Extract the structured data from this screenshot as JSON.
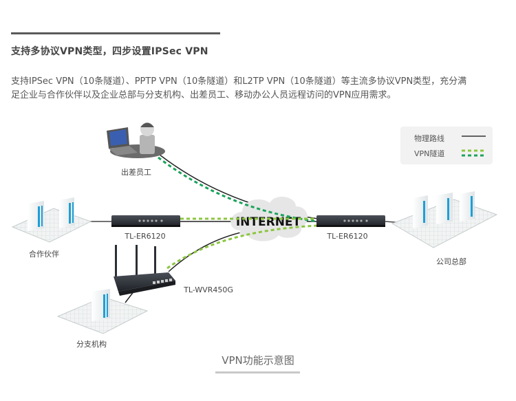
{
  "heading": "支持多协议VPN类型，四步设置IPSec VPN",
  "description": {
    "line1": "支持IPSec VPN（10条隧道）、PPTP VPN（10条隧道）和L2TP VPN（10条隧道）等主流多协议VPN类型，充分满",
    "line2": "足企业与合作伙伴以及企业总部与分支机构、出差员工、移动办公人员远程访问的VPN应用需求。"
  },
  "legend": {
    "physical_label": "物理路线",
    "vpn_label": "VPN隧道"
  },
  "colors": {
    "physical_line": "#222222",
    "vpn_tunnel_green": "#1aa35a",
    "vpn_tunnel_lime": "#8cc63f",
    "building_stripe": "#1e9fd6",
    "device_dark": "#2b2f36"
  },
  "nodes": {
    "traveler": {
      "label": "出差员工",
      "icon": "laptop-user-icon"
    },
    "partner": {
      "label": "合作伙伴",
      "icon": "buildings-icon"
    },
    "router_left": {
      "label": "TL-ER6120",
      "icon": "router-icon"
    },
    "internet": {
      "label": "INTERNET",
      "icon": "cloud-icon"
    },
    "router_right": {
      "label": "TL-ER6120",
      "icon": "router-icon"
    },
    "headquarters": {
      "label": "公司总部",
      "icon": "buildings-icon"
    },
    "wireless_router": {
      "label": "TL-WVR450G",
      "icon": "wireless-router-icon"
    },
    "branch": {
      "label": "分支机构",
      "icon": "building-icon"
    }
  },
  "caption": "VPN功能示意图"
}
